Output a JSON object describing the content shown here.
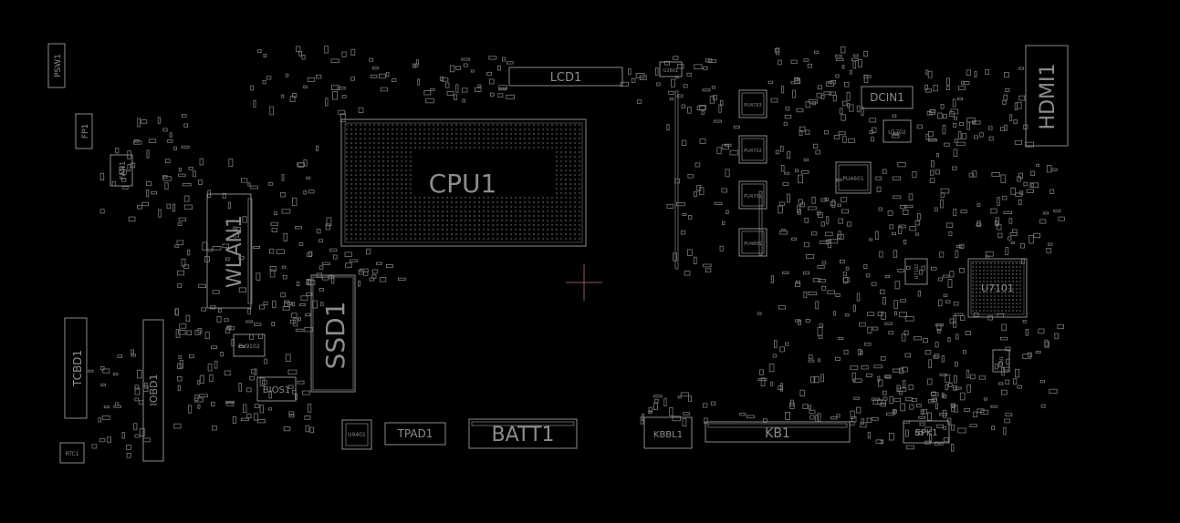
{
  "board": {
    "labels": {
      "psw": "PSW1",
      "fp": "FP1",
      "fan": "FAN1",
      "wlan": "WLAN1",
      "tcbd": "TCBD1",
      "iobd": "IOBD1",
      "rtc": "RTC1",
      "cpu": "CPU1",
      "ssd": "SSD1",
      "bios": "BIOS1",
      "pu9102": "PU9102",
      "u9401": "U9401",
      "tpad": "TPAD1",
      "batt": "BATT1",
      "kbbl": "KBBL1",
      "kb": "KB1",
      "spk": "SPK1",
      "lcd": "LCD1",
      "u2601": "U2601",
      "dcin": "DCIN1",
      "hdmi": "HDMI1",
      "u5702": "U5702",
      "pu4703": "PU4703",
      "pu4702": "PU4702",
      "pu4701": "PU4701",
      "pu4801": "PU4801",
      "pu4601": "PU4601",
      "u7102": "U7102",
      "u7101": "U7101",
      "cn1": "CN1"
    }
  }
}
